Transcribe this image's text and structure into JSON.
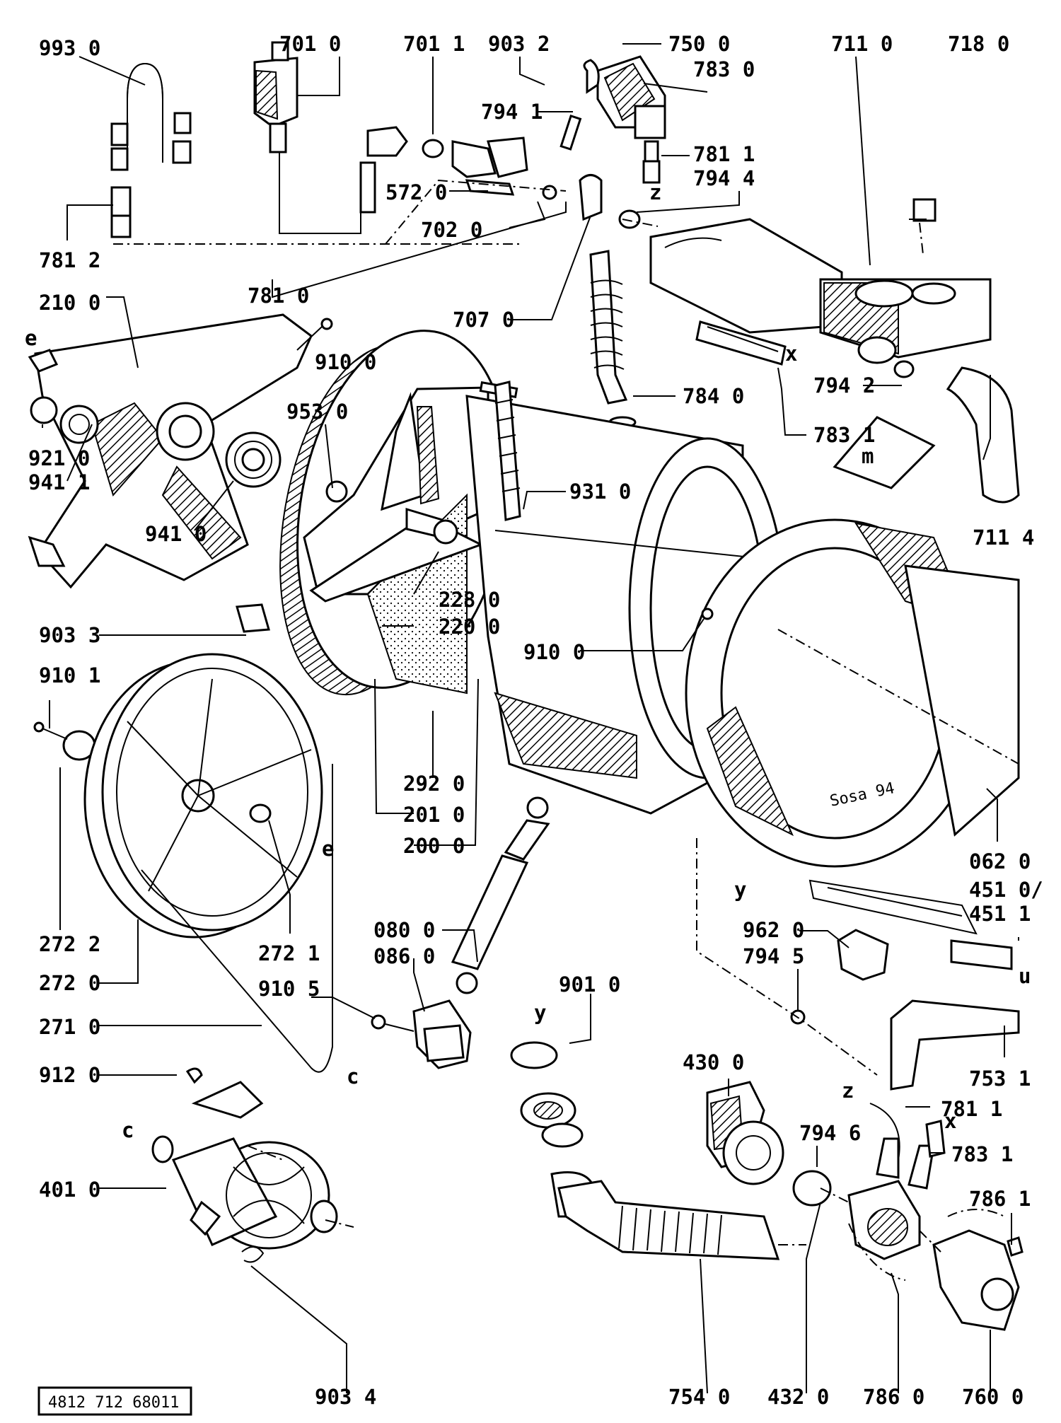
{
  "document_ref": "4812 712 68011",
  "signature": "Sosa 94",
  "labels": [
    {
      "id": "l1",
      "text": "993 0"
    },
    {
      "id": "l2",
      "text": "701 0"
    },
    {
      "id": "l3",
      "text": "701 1"
    },
    {
      "id": "l4",
      "text": "903 2"
    },
    {
      "id": "l5",
      "text": "750 0"
    },
    {
      "id": "l6",
      "text": "783 0"
    },
    {
      "id": "l7",
      "text": "711 0"
    },
    {
      "id": "l8",
      "text": "718 0"
    },
    {
      "id": "l9",
      "text": "794 1"
    },
    {
      "id": "l10",
      "text": "781 1"
    },
    {
      "id": "l11",
      "text": "794 4"
    },
    {
      "id": "l12",
      "text": "572 0"
    },
    {
      "id": "l13",
      "text": "702 0"
    },
    {
      "id": "l14",
      "text": "781 2"
    },
    {
      "id": "l15",
      "text": "781 0"
    },
    {
      "id": "l16",
      "text": "210 0"
    },
    {
      "id": "l17",
      "text": "707 0"
    },
    {
      "id": "l18",
      "text": "910 0"
    },
    {
      "id": "l19",
      "text": "784 0"
    },
    {
      "id": "l20",
      "text": "794 2"
    },
    {
      "id": "l21",
      "text": "783 1"
    },
    {
      "id": "l22",
      "text": "953 0"
    },
    {
      "id": "l23",
      "text": "921 0"
    },
    {
      "id": "l24",
      "text": "941 1"
    },
    {
      "id": "l25",
      "text": "941 0"
    },
    {
      "id": "l26",
      "text": "931 0"
    },
    {
      "id": "l27",
      "text": "711 4"
    },
    {
      "id": "l28",
      "text": "228 0"
    },
    {
      "id": "l29",
      "text": "220 0"
    },
    {
      "id": "l30",
      "text": "903 3"
    },
    {
      "id": "l31",
      "text": "910 0"
    },
    {
      "id": "l32",
      "text": "910 1"
    },
    {
      "id": "l33",
      "text": "292 0"
    },
    {
      "id": "l34",
      "text": "201 0"
    },
    {
      "id": "l35",
      "text": "200 0"
    },
    {
      "id": "l36",
      "text": "062 0"
    },
    {
      "id": "l37",
      "text": "451 0/"
    },
    {
      "id": "l38",
      "text": "451 1"
    },
    {
      "id": "l39",
      "text": "962 0"
    },
    {
      "id": "l40",
      "text": "794 5"
    },
    {
      "id": "l41",
      "text": "080 0"
    },
    {
      "id": "l42",
      "text": "086 0"
    },
    {
      "id": "l43",
      "text": "272 2"
    },
    {
      "id": "l44",
      "text": "272 1"
    },
    {
      "id": "l45",
      "text": "272 0"
    },
    {
      "id": "l46",
      "text": "910 5"
    },
    {
      "id": "l47",
      "text": "901 0"
    },
    {
      "id": "l48",
      "text": "271 0"
    },
    {
      "id": "l49",
      "text": "753 1"
    },
    {
      "id": "l50",
      "text": "430 0"
    },
    {
      "id": "l51",
      "text": "912 0"
    },
    {
      "id": "l52",
      "text": "781 1"
    },
    {
      "id": "l53",
      "text": "794 6"
    },
    {
      "id": "l54",
      "text": "783 1"
    },
    {
      "id": "l55",
      "text": "401 0"
    },
    {
      "id": "l56",
      "text": "786 1"
    },
    {
      "id": "l57",
      "text": "903 4"
    },
    {
      "id": "l58",
      "text": "754 0"
    },
    {
      "id": "l59",
      "text": "432 0"
    },
    {
      "id": "l60",
      "text": "786 0"
    },
    {
      "id": "l61",
      "text": "760 0"
    }
  ],
  "letters": [
    {
      "id": "e1",
      "text": "e"
    },
    {
      "id": "e2",
      "text": "e"
    },
    {
      "id": "c1",
      "text": "c"
    },
    {
      "id": "c2",
      "text": "c"
    },
    {
      "id": "x1",
      "text": "x"
    },
    {
      "id": "x2",
      "text": "x"
    },
    {
      "id": "z1",
      "text": "z"
    },
    {
      "id": "z2",
      "text": "z"
    },
    {
      "id": "y1",
      "text": "y"
    },
    {
      "id": "y2",
      "text": "y"
    },
    {
      "id": "m1",
      "text": "m"
    },
    {
      "id": "u1",
      "text": "u"
    }
  ]
}
